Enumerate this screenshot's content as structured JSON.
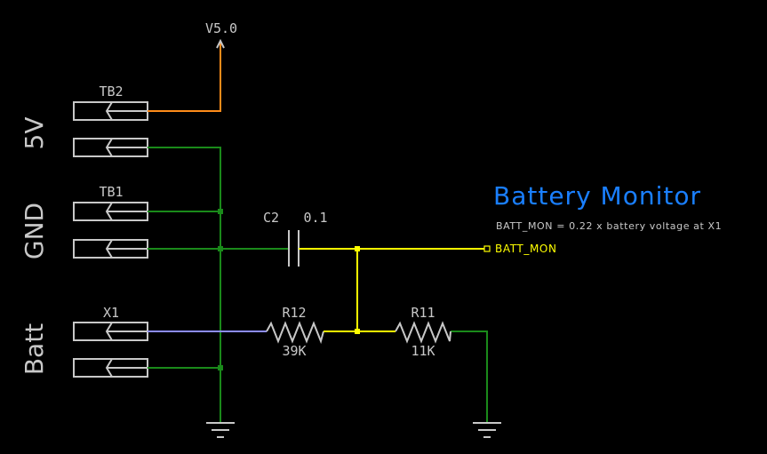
{
  "schematic": {
    "title": "Battery Monitor",
    "note": "BATT_MON = 0.22 x battery voltage at X1",
    "colors": {
      "background": "#000000",
      "part_outline": "#c8c8c8",
      "title": "#1a7fff",
      "net_v5": "#ff8c1a",
      "net_gnd": "#1a8a1a",
      "net_batt": "#8c8cff",
      "net_batt_mon": "#ffff00"
    },
    "side_labels": [
      "5V",
      "GND",
      "Batt"
    ],
    "connectors": [
      {
        "ref": "TB2",
        "pins": 2,
        "nets": [
          "V5.0",
          "GND"
        ]
      },
      {
        "ref": "TB1",
        "pins": 2,
        "nets": [
          "GND",
          "GND"
        ]
      },
      {
        "ref": "X1",
        "pins": 2,
        "nets": [
          "BATT",
          "GND"
        ]
      }
    ],
    "power_symbols": [
      {
        "name": "V5.0",
        "type": "arrow"
      },
      {
        "name": "GND",
        "type": "ground"
      },
      {
        "name": "GND",
        "type": "ground"
      }
    ],
    "components": [
      {
        "ref": "C2",
        "value": "0.1",
        "type": "capacitor"
      },
      {
        "ref": "R12",
        "value": "39K",
        "type": "resistor"
      },
      {
        "ref": "R11",
        "value": "11K",
        "type": "resistor"
      }
    ],
    "ports": [
      {
        "name": "BATT_MON"
      }
    ]
  }
}
